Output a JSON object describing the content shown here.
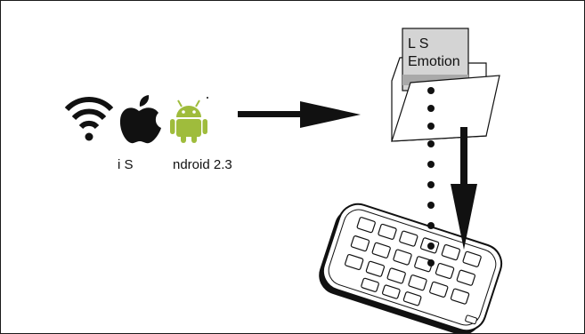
{
  "labels": {
    "ios": "i  S",
    "android": "ndroid 2.3"
  },
  "card": {
    "line1": "L  S",
    "line2": "Emotion"
  },
  "icons": [
    "wifi-icon",
    "apple-icon",
    "android-icon",
    "folder-icon",
    "remote-control-icon"
  ],
  "colors": {
    "android_green": "#9fbc3c",
    "ink": "#111111",
    "card_fill": "#d4d4d4"
  }
}
